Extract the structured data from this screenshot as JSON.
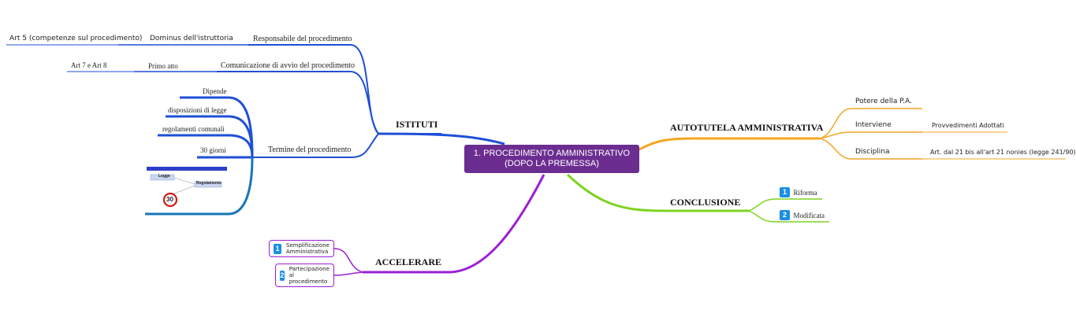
{
  "central": {
    "line1": "1. PROCEDIMENTO AMMINISTRATIVO",
    "line2": "(DOPO LA PREMESSA)"
  },
  "istituti": {
    "label": "ISTITUTI",
    "responsabile": {
      "label": "Responsabile del procedimento",
      "child": "Dominus dell'istruttoria",
      "grandchild": "Art 5 (competenze sul procedimento)"
    },
    "comunicazione": {
      "label": "Comunicazione di avvio del procedimento",
      "child": "Primo atto",
      "grandchild": "Art 7 e Art 8"
    },
    "termine": {
      "label": "Termine del procedimento",
      "children": [
        "Dipende",
        "disposizioni di legge",
        "regolamenti comunali",
        "30 giorni"
      ],
      "image": {
        "box1": "Legge",
        "box2": "Regolamento",
        "sign": "30"
      }
    }
  },
  "accelerare": {
    "label": "ACCELERARE",
    "items": [
      {
        "num": "1",
        "line1": "Semplificazione",
        "line2": "Amministrativa",
        "line3": ""
      },
      {
        "num": "2",
        "line1": "Partecipazione",
        "line2": "al",
        "line3": "procedimento"
      }
    ]
  },
  "autotutela": {
    "label": "AUTOTUTELA AMMINISTRATIVA",
    "potere": "Potere della P.A.",
    "interviene": {
      "label": "Interviene",
      "child": "Provvedimenti Adottati"
    },
    "disciplina": {
      "label": "Disciplina",
      "child": "Art. dal 21 bis all'art 21 nonies (legge 241/90)"
    }
  },
  "conclusione": {
    "label": "CONCLUSIONE",
    "items": [
      {
        "num": "1",
        "label": "Riforma"
      },
      {
        "num": "2",
        "label": "Modificata"
      }
    ]
  },
  "colors": {
    "blue": "#1f4fd8",
    "orange": "#f5a623",
    "green": "#7ed321",
    "purple": "#9b1fd6",
    "central": "#6c2d91"
  }
}
